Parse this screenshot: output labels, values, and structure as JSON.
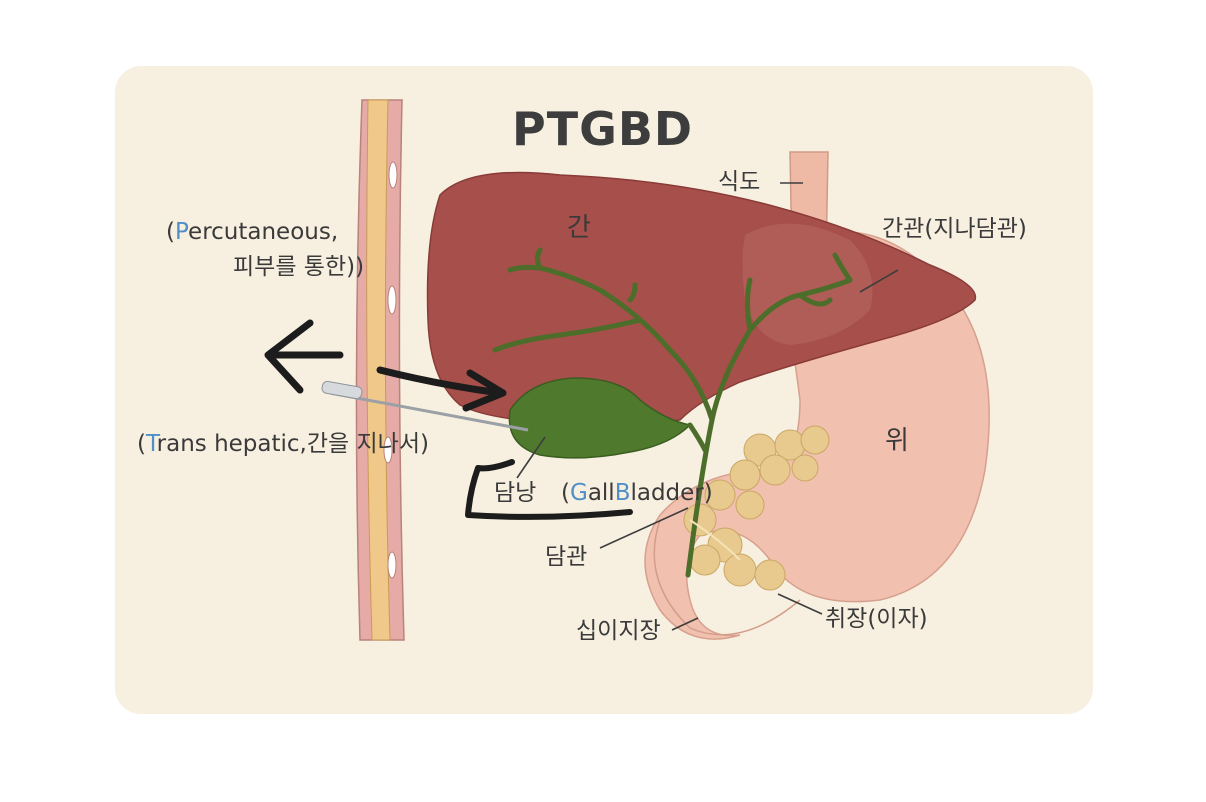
{
  "title": "PTGBD",
  "labels": {
    "liver": "간",
    "esophagus": "식도",
    "hepatic_duct": "간관(지나담관)",
    "stomach": "위",
    "bile_duct": "담관",
    "duodenum": "십이지장",
    "pancreas": "취장(이자)",
    "gallbladder_korean": "담낭"
  },
  "percutaneous": {
    "open": "(",
    "initial": "P",
    "rest": "ercutaneous,",
    "line2": "피부를 통한))"
  },
  "trans_hepatic": {
    "open": "(",
    "initial": "T",
    "rest": "rans hepatic,간을 지나서)"
  },
  "gallbladder_english": {
    "open": "(",
    "part1": "G",
    "part2": "all",
    "part3": "B",
    "part4": "ladder)"
  },
  "colors": {
    "card": "#f7f0e1",
    "liver": "#a64f4b",
    "stomach": "#f2c0ae",
    "gallbladder": "#4f7a2e",
    "ducts": "#4c6e2a",
    "pancreas": "#e8c98e",
    "highlight": "#4f8fc8"
  }
}
